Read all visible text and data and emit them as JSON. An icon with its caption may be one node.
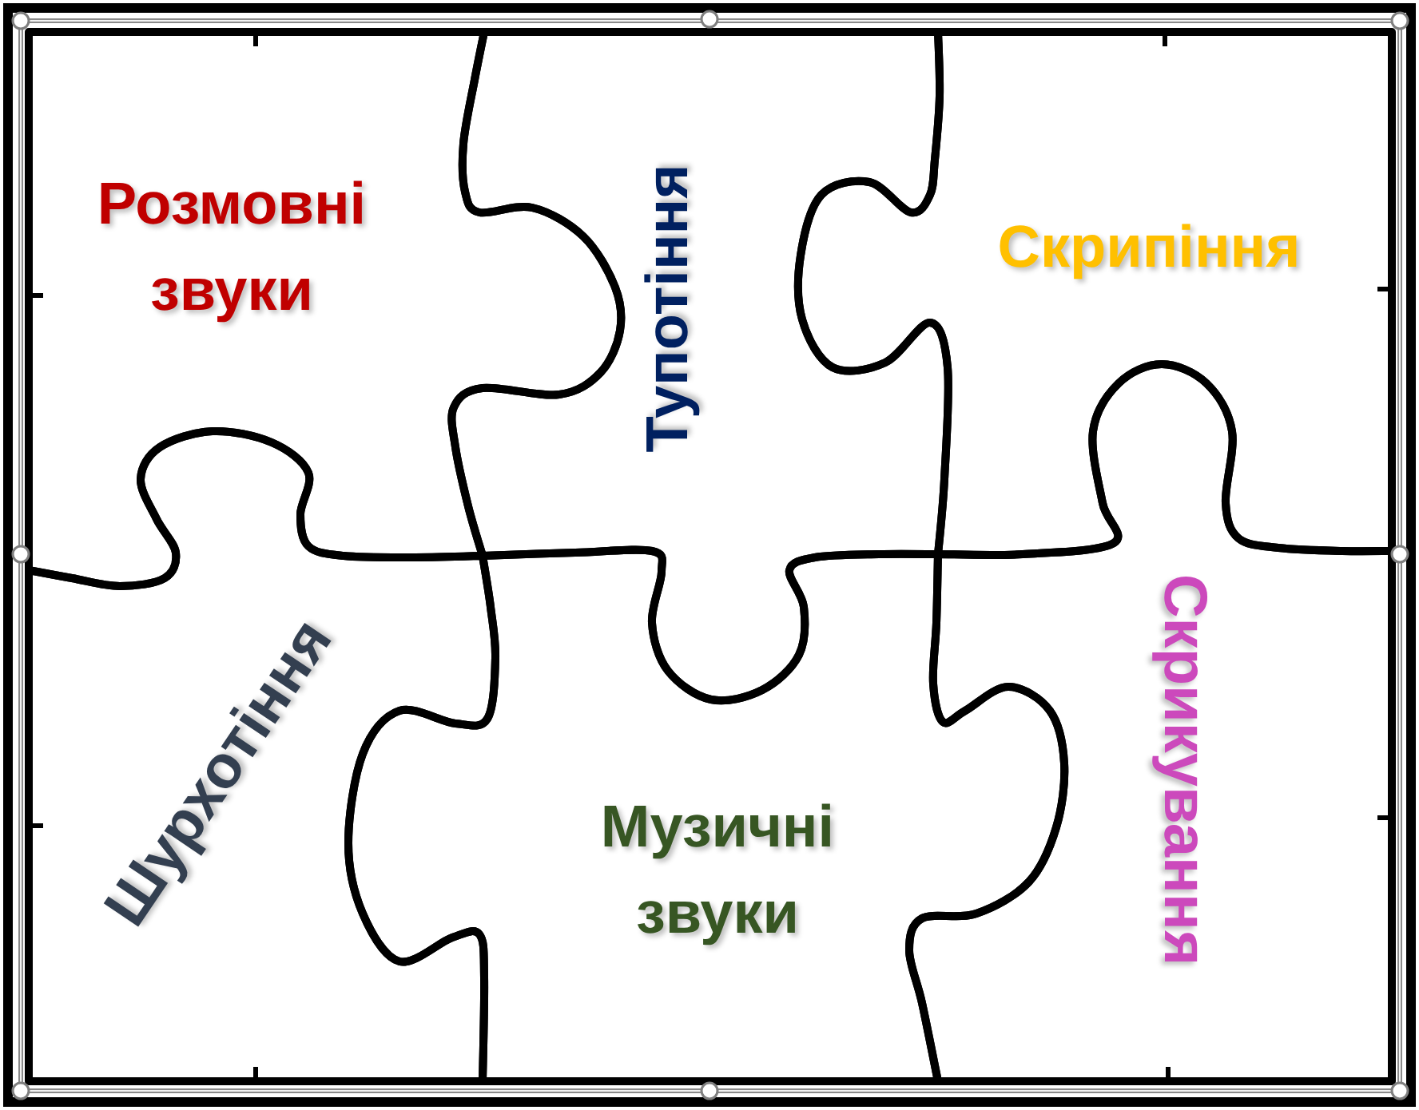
{
  "diagram": {
    "nodes": [
      {
        "text": [
          "Розмовні звуки"
        ]
      },
      {
        "text": [
          "Тупотіння"
        ]
      },
      {
        "text": [
          "Скрипіння"
        ]
      },
      {
        "text": [
          "Шурхотіння"
        ]
      },
      {
        "text": [
          "Музичні звуки"
        ]
      },
      {
        "text": [
          "Скрикування"
        ]
      }
    ]
  }
}
